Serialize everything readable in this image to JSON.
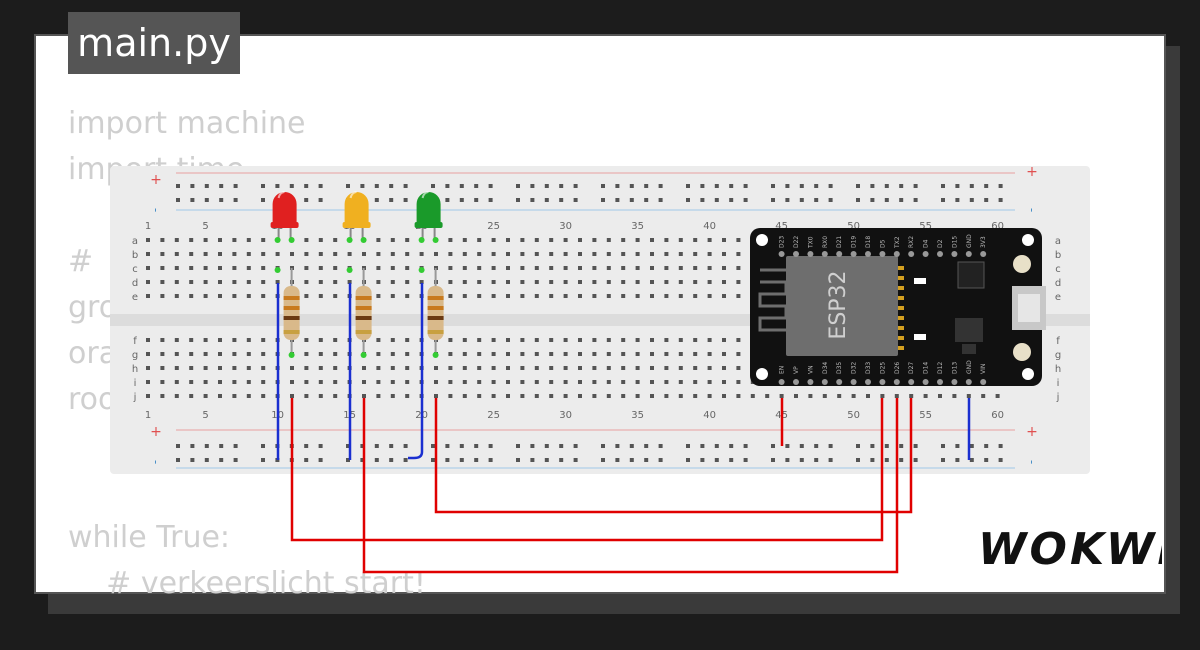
{
  "file_tab": {
    "title": "main.py"
  },
  "code_lines": [
    "import machine",
    "import time",
    "",
    "# ",
    "groen",
    "oranje",
    "rood",
    "",
    "",
    "while True:",
    "    # verkeerslicht start!",
    "        "
  ],
  "breadboard": {
    "column_numbers": [
      "1",
      "5",
      "10",
      "15",
      "20",
      "25",
      "30",
      "35",
      "40",
      "45",
      "50",
      "55",
      "60"
    ],
    "row_letters_top": [
      "a",
      "b",
      "c",
      "d",
      "e"
    ],
    "row_letters_bottom": [
      "f",
      "g",
      "h",
      "i",
      "j"
    ],
    "rail_plus": "+",
    "rail_minus": "-"
  },
  "leds": [
    {
      "color_name": "red",
      "color": "#e02020"
    },
    {
      "color_name": "yellow",
      "color": "#f0b020"
    },
    {
      "color_name": "green",
      "color": "#1a9a2a"
    }
  ],
  "esp32": {
    "label": "ESP32",
    "pins_top": [
      "D23",
      "D22",
      "TX0",
      "RX0",
      "D21",
      "D19",
      "D18",
      "D5",
      "TX2",
      "RX2",
      "D4",
      "D2",
      "D15",
      "GND",
      "3V3"
    ],
    "pins_bottom": [
      "EN",
      "VP",
      "VN",
      "D34",
      "D35",
      "D32",
      "D33",
      "D25",
      "D26",
      "D27",
      "D14",
      "D12",
      "D13",
      "GND",
      "VIN"
    ]
  },
  "brand": {
    "logo": "WOKWI"
  },
  "colors": {
    "wire_red": "#e00000",
    "wire_blue": "#1a2fd0",
    "breadboard": "#f1f1f1"
  }
}
